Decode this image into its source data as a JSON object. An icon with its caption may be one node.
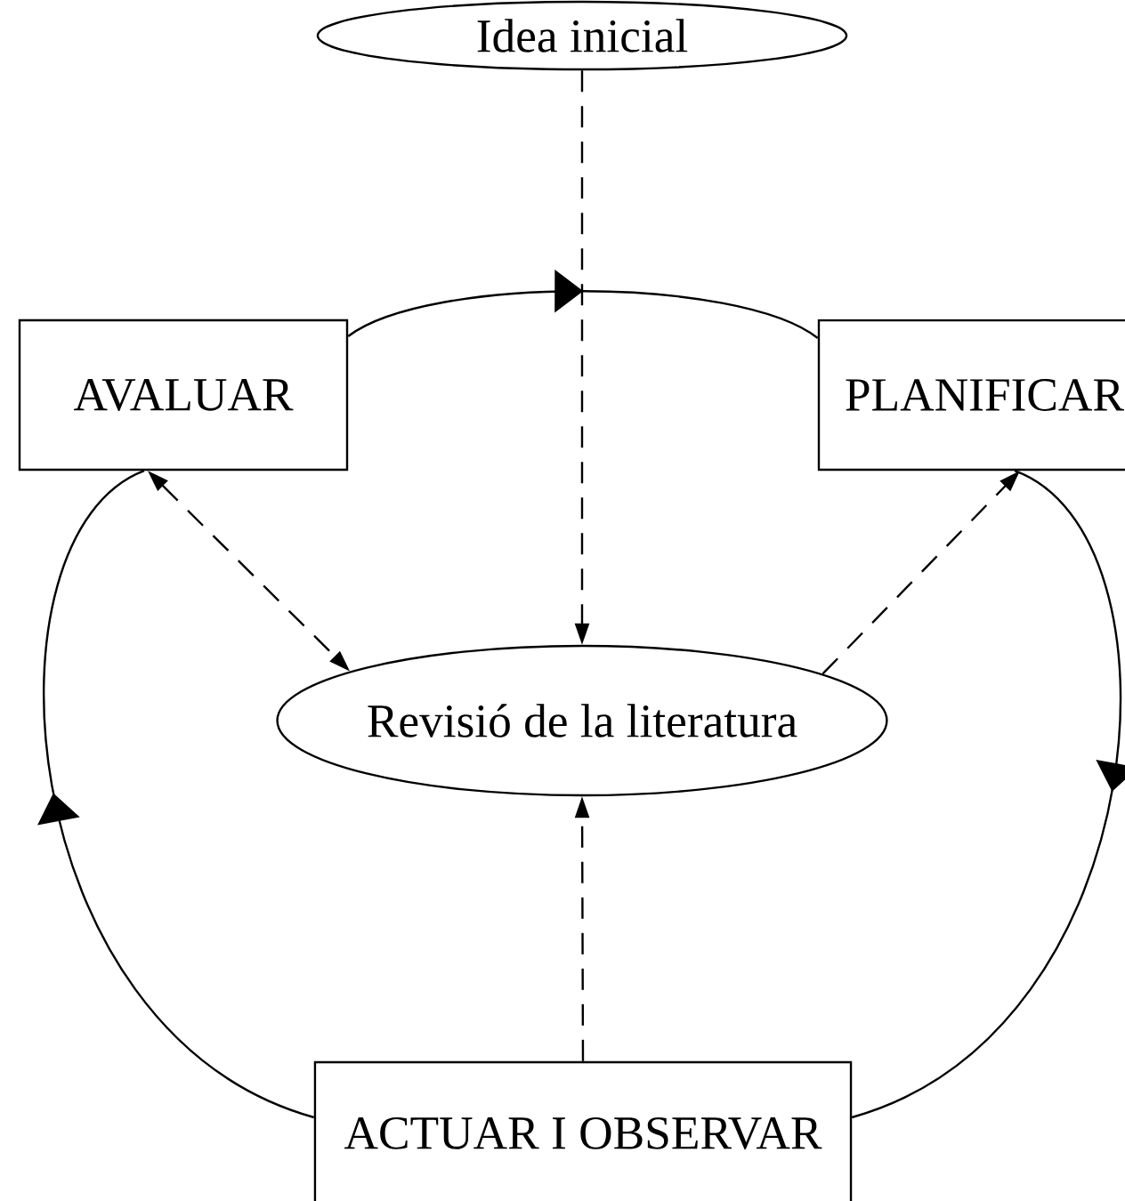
{
  "diagram": {
    "nodes": [
      {
        "text": [
          "Idea inicial"
        ]
      },
      {
        "text": [
          "AVALUAR"
        ]
      },
      {
        "text": [
          "PLANIFICAR"
        ]
      },
      {
        "text": [
          "Revisió de la literatura"
        ]
      },
      {
        "text": [
          "ACTUAR I OBSERVAR"
        ]
      }
    ],
    "edges": [
      {
        "from": 0,
        "to": 3,
        "arrow": "to",
        "style": "dashed"
      },
      {
        "from": 1,
        "to": 3,
        "arrow": "both",
        "style": "dashed"
      },
      {
        "from": 3,
        "to": 2,
        "arrow": "to",
        "style": "dashed"
      },
      {
        "from": 4,
        "to": 3,
        "arrow": "to",
        "style": "dashed"
      },
      {
        "from": 1,
        "to": 2,
        "arrow": "to"
      },
      {
        "from": 2,
        "to": 4,
        "arrow": "to"
      },
      {
        "from": 4,
        "to": 1,
        "arrow": "to"
      }
    ]
  }
}
